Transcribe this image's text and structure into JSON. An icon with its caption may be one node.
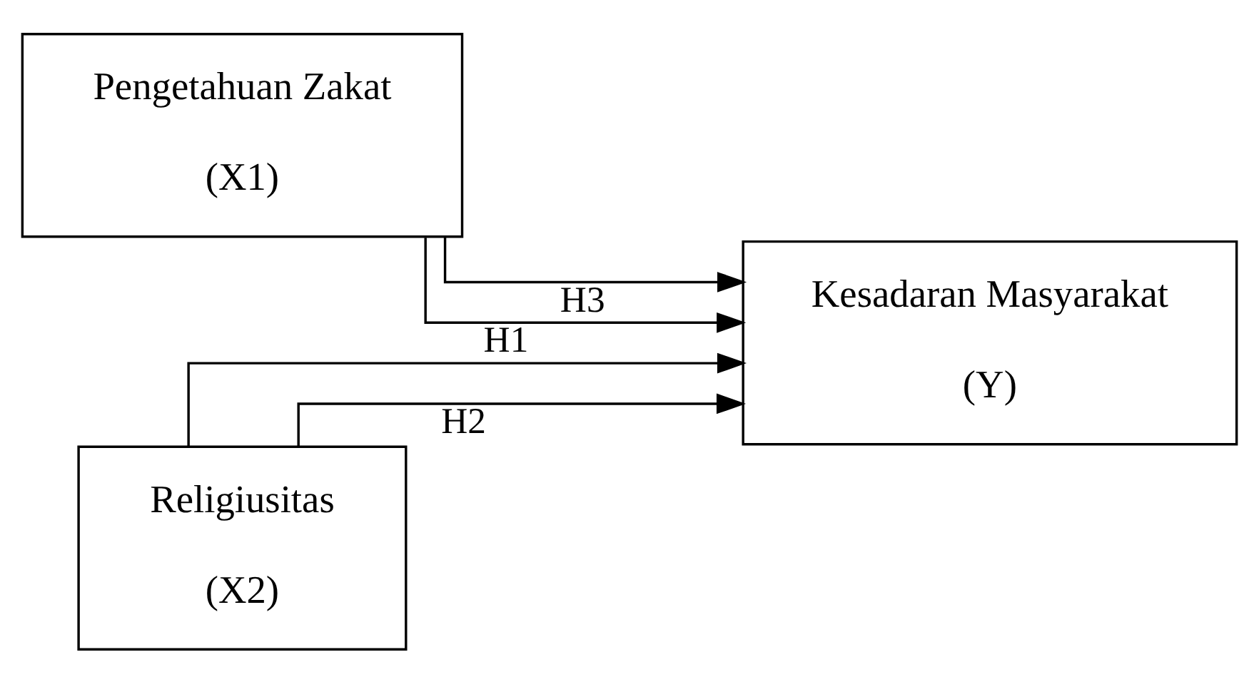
{
  "diagram": {
    "nodes": [
      {
        "text": [
          "Pengetahuan Zakat",
          "(X1)"
        ]
      },
      {
        "text": [
          "Religiusitas",
          "(X2)"
        ]
      },
      {
        "text": [
          "Kesadaran Masyarakat",
          "(Y)"
        ]
      }
    ],
    "edges": [
      {
        "from": 0,
        "to": 2,
        "arrow": "to",
        "label": "H1"
      },
      {
        "from": 0,
        "to": 2,
        "arrow": "to",
        "label": "H3"
      },
      {
        "from": 1,
        "to": 2,
        "arrow": "to"
      },
      {
        "from": 1,
        "to": 2,
        "arrow": "to",
        "label": "H2"
      }
    ]
  }
}
